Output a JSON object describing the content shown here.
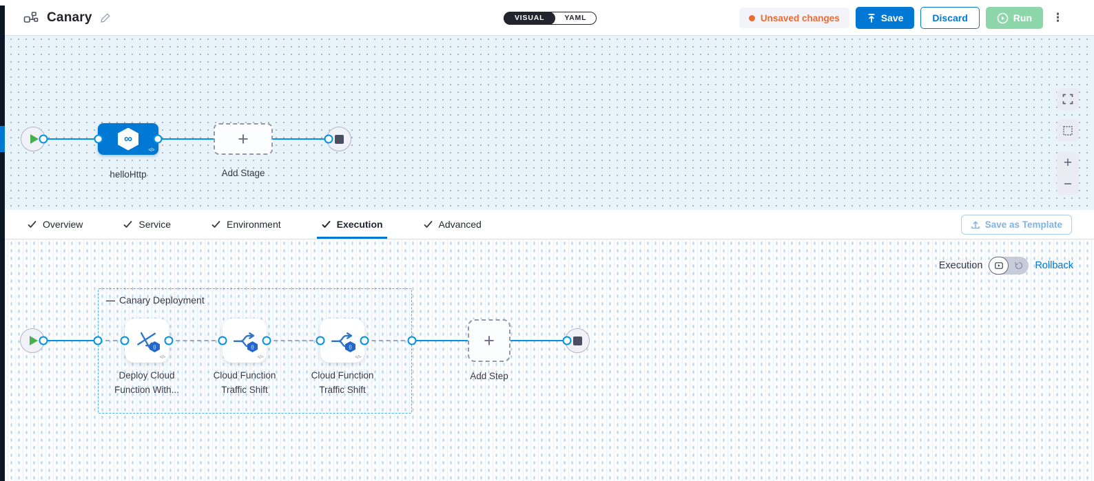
{
  "header": {
    "title": "Canary",
    "mode_toggle": {
      "visual_label": "VISUAL",
      "yaml_label": "YAML",
      "selected": "VISUAL"
    },
    "unsaved_changes_label": "Unsaved changes",
    "save_label": "Save",
    "discard_label": "Discard",
    "run_label": "Run"
  },
  "stage_canvas": {
    "stage": {
      "name": "helloHttp"
    },
    "add_stage_label": "Add Stage"
  },
  "tab_bar": {
    "tabs": [
      {
        "label": "Overview",
        "checked": true,
        "active": false
      },
      {
        "label": "Service",
        "checked": true,
        "active": false
      },
      {
        "label": "Environment",
        "checked": true,
        "active": false
      },
      {
        "label": "Execution",
        "checked": true,
        "active": true
      },
      {
        "label": "Advanced",
        "checked": true,
        "active": false
      }
    ],
    "save_as_template_label": "Save as Template"
  },
  "execution_panel": {
    "mode_label": "Execution",
    "rollback_label": "Rollback",
    "group": {
      "title": "Canary Deployment",
      "steps": [
        {
          "name": "Deploy Cloud Function With..."
        },
        {
          "name": "Cloud Function Traffic Shift"
        },
        {
          "name": "Cloud Function Traffic Shift"
        }
      ]
    },
    "add_step_label": "Add Step"
  },
  "icons": {
    "plus": "+",
    "kebab_menu": "⋮",
    "infinity": "∞",
    "code": "</>",
    "collapse_minus": "—",
    "zoom_in": "+",
    "zoom_out": "−",
    "function_badge": "{}"
  },
  "colors": {
    "primary_blue": "#0278d5",
    "edge_blue": "#0092e4",
    "unsaved_orange": "#f2692c",
    "run_green": "#8cd6a9",
    "canvas_top_bg": "#e9f4fa",
    "play_green": "#49ae50",
    "toggle_dark": "#23242e"
  }
}
